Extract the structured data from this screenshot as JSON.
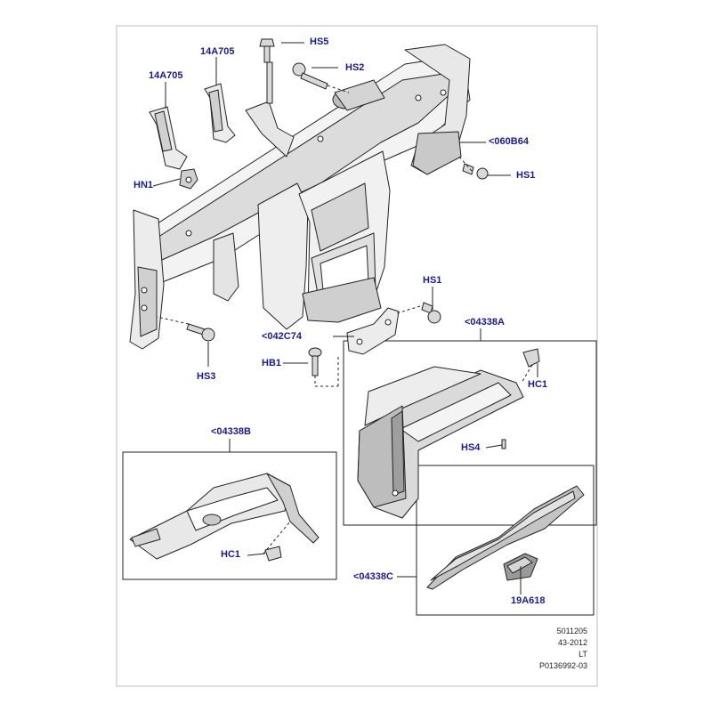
{
  "diagram": {
    "callouts": {
      "hs5": "HS5",
      "hs2": "HS2",
      "a14a705_top": "14A705",
      "a14a705_left": "14A705",
      "hn1": "HN1",
      "b060b64": "<060B64",
      "hs1_top": "HS1",
      "hs1_mid": "HS1",
      "a04338a": "<04338A",
      "c042c74": "<042C74",
      "hb1": "HB1",
      "hs3": "HS3",
      "hc1_right": "HC1",
      "hs4": "HS4",
      "a04338b": "<04338B",
      "hc1_left": "HC1",
      "a04338c": "<04338C",
      "a19a618": "19A618"
    },
    "colors": {
      "callout": "#1a1a8c",
      "line": "#222222",
      "part_fill": "#f3f3f3",
      "part_shade": "#c9c9c9",
      "part_dark": "#8f8f8f"
    }
  },
  "footer": {
    "line1": "5011205",
    "line2": "43-2012",
    "line3": "LT",
    "line4": "P0136992-03"
  }
}
